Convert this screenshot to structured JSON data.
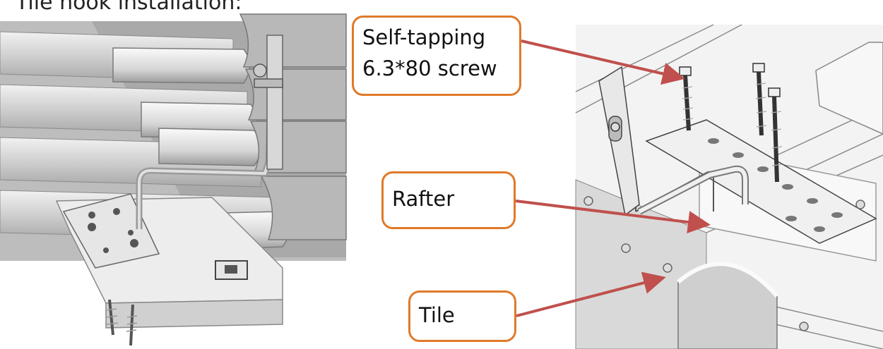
{
  "title": "Tile hook installation:",
  "labels": {
    "screw_line1": "Self-tapping",
    "screw_line2": "6.3*80 screw",
    "rafter": "Rafter",
    "tile": "Tile"
  },
  "colors": {
    "callout_border": "#e07a2a",
    "arrow": "#c0504d"
  }
}
